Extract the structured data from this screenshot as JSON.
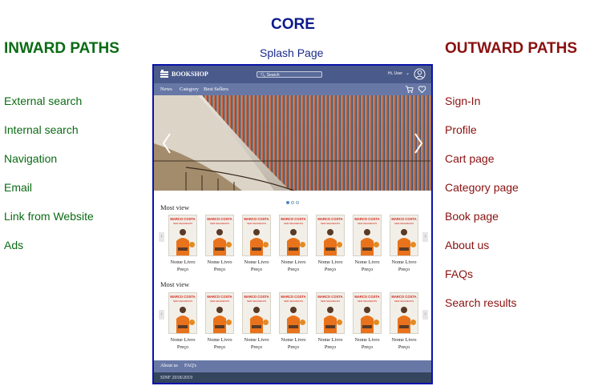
{
  "core": {
    "title": "CORE",
    "subtitle": "Splash Page"
  },
  "inward": {
    "title": "INWARD PATHS",
    "items": [
      "External search",
      "Internal search",
      "Navigation",
      "Email",
      "Link from Website",
      "Ads"
    ]
  },
  "outward": {
    "title": "OUTWARD PATHS",
    "items": [
      "Sign-In",
      "Profile",
      "Cart page",
      "Category page",
      "Book page",
      "About us",
      "FAQs",
      "Search results"
    ]
  },
  "mockup": {
    "brand": "BOOKSHOP",
    "search_placeholder": "Search",
    "user_label": "Hi, User",
    "nav": [
      "News",
      "Category",
      "Best Sellers"
    ],
    "sections": [
      "Most view",
      "Most view"
    ],
    "book": {
      "author": "MARCO COSTA",
      "cover_title": "SEM SEGREDOS",
      "name": "Nome Livro",
      "price": "Preço"
    },
    "books_per_row": 7,
    "footer_links": [
      "About us",
      "FAQ's"
    ],
    "copyright": "SINF 2018/2019"
  },
  "colors": {
    "inward": "#0b6b14",
    "outward": "#8a1010",
    "core": "#0c1a8a",
    "header": "#4a5a8a",
    "footer": "#34455e"
  }
}
